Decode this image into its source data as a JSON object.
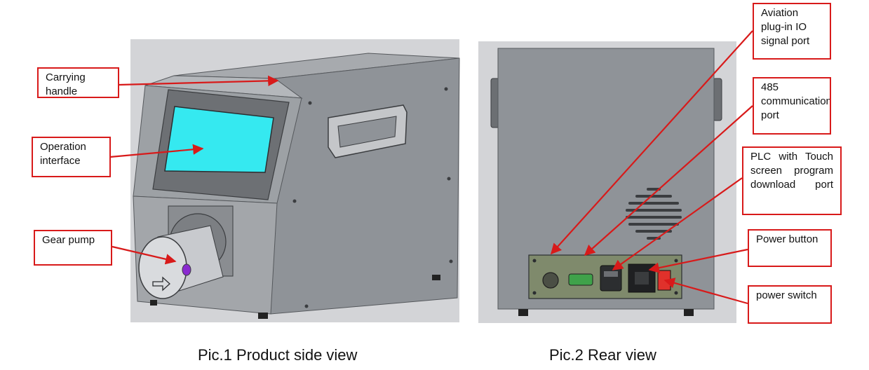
{
  "pic1": {
    "caption": "Pic.1 Product side view",
    "labels": {
      "carrying_handle": "Carrying handle",
      "operation_interface": "Operation interface",
      "gear_pump": "Gear pump"
    }
  },
  "pic2": {
    "caption": "Pic.2 Rear view",
    "labels": {
      "aviation_port": "Aviation plug-in IO signal port",
      "rs485_port": "485 communication port",
      "plc_port": "PLC with Touch screen program download port",
      "power_button": "Power button",
      "power_switch": "power switch"
    }
  },
  "colors": {
    "callout": "#d81a1a",
    "screen": "#35e9f0",
    "body_metal": "#8f9398"
  }
}
